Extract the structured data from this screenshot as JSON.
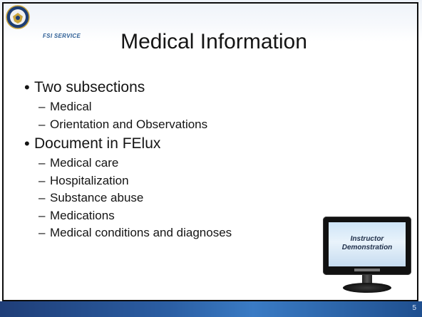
{
  "slide": {
    "brand_text": "FSI SERVICE",
    "title": "Medical Information",
    "bullets": [
      {
        "text": "Two subsections",
        "sub": [
          "Medical",
          "Orientation and Observations"
        ]
      },
      {
        "text": "Document in FElux",
        "sub": [
          "Medical care",
          "Hospitalization",
          "Substance abuse",
          "Medications",
          "Medical conditions and diagnoses"
        ]
      }
    ],
    "monitor": {
      "line1": "Instructor",
      "line2": "Demonstration"
    },
    "slide_number": "5"
  },
  "colors": {
    "accent": "#2b5ea3",
    "text": "#141414"
  },
  "icons": {
    "seal": "va-seal-icon",
    "monitor": "monitor-icon"
  }
}
